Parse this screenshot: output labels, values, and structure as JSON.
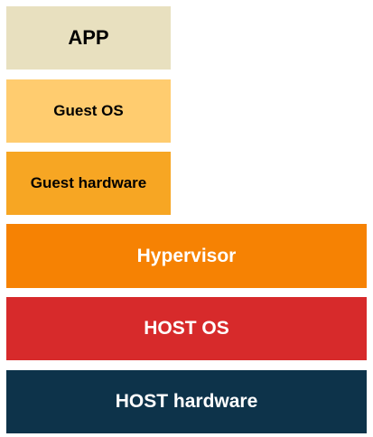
{
  "layers": [
    {
      "label": "APP",
      "color": "#e8e0bf",
      "text_color": "#000000"
    },
    {
      "label": "Guest OS",
      "color": "#ffcc6f",
      "text_color": "#000000"
    },
    {
      "label": "Guest hardware",
      "color": "#f7a623",
      "text_color": "#000000"
    },
    {
      "label": "Hypervisor",
      "color": "#f68203",
      "text_color": "#ffffff"
    },
    {
      "label": "HOST OS",
      "color": "#d72a2b",
      "text_color": "#ffffff"
    },
    {
      "label": "HOST hardware",
      "color": "#0d334a",
      "text_color": "#ffffff"
    }
  ]
}
